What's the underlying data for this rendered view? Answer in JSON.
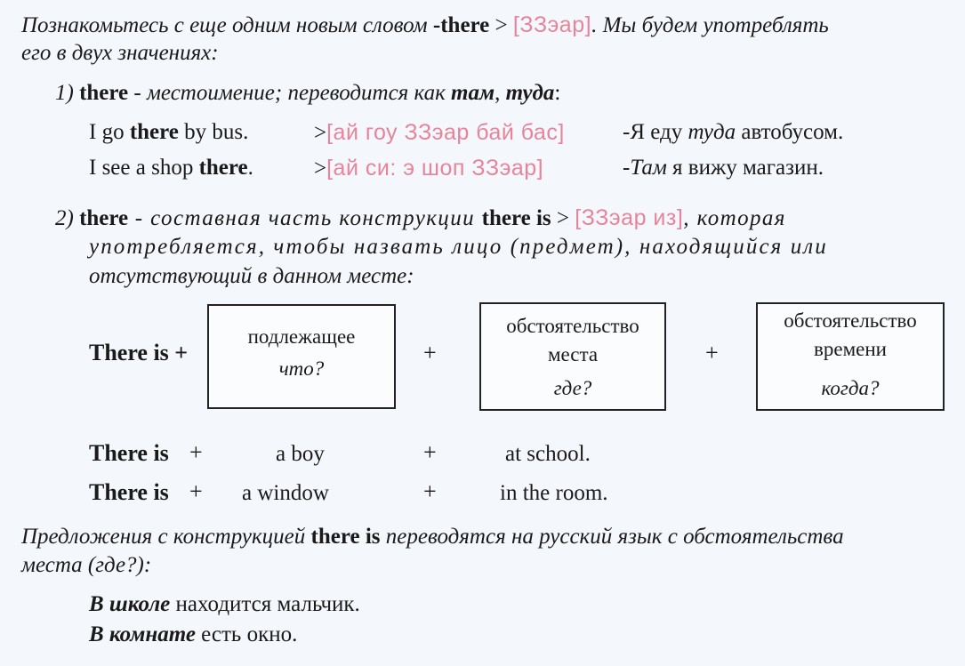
{
  "intro": {
    "part1": "Познакомьтесь с еще одним новым словом ",
    "word": "-there",
    "arrow": " > ",
    "transcription": "[ЗЗэар]",
    "part2": ". Мы будем употреблять",
    "line2": "его в двух значениях:"
  },
  "meaning1": {
    "num": "1)",
    "word": "there",
    "desc": " - местоимение; переводится как ",
    "tam": "там",
    "comma": ", ",
    "tuda": "туда",
    "colon": ":",
    "examples": [
      {
        "en_pre": "I go ",
        "en_bold": "there",
        "en_post": " by bus.",
        "arrow": ">",
        "trans": "[ай гоу ЗЗэар бай бас]",
        "ru_pre": "-Я еду ",
        "ru_it": "туда",
        "ru_post": " автобусом."
      },
      {
        "en_pre": "I see a shop ",
        "en_bold": "there",
        "en_post": ".",
        "arrow": ">",
        "trans": "[ай си: э шоп ЗЗэар]",
        "ru_pre": "-",
        "ru_it": "Там",
        "ru_post": " я вижу магазин."
      }
    ]
  },
  "meaning2": {
    "num": "2)",
    "word": "there",
    "desc1": " - составная часть конструкции ",
    "construct": "there is",
    "arrow": " > ",
    "trans": "[ЗЗэар из]",
    "desc2": ", которая",
    "line2": "употребляется, чтобы назвать лицо (предмет), находящийся или",
    "line3": "отсутствующий в данном месте:"
  },
  "scheme": {
    "lead": "There is +",
    "box1": {
      "title": "подлежащее",
      "question": "что?"
    },
    "plus1": "+",
    "box2": {
      "title1": "обстоятельство",
      "title2": "места",
      "question": "где?"
    },
    "plus2": "+",
    "box3": {
      "title1": "обстоятельство",
      "title2": "времени",
      "question": "когда?"
    }
  },
  "examples": [
    {
      "lead": "There is",
      "plus1": "+",
      "subject": "a boy",
      "plus2": "+",
      "place": "at school."
    },
    {
      "lead": "There is",
      "plus1": "+",
      "subject": "a window",
      "plus2": "+",
      "place": "in the room."
    }
  ],
  "rule": {
    "part1": "Предложения с конструкцией ",
    "construct": "there is",
    "part2": " переводятся на русский язык с обстоятельства",
    "line2": "места (где?):"
  },
  "translations": [
    {
      "bold": "В школе",
      "rest": " находится мальчик."
    },
    {
      "bold": "В комнате",
      "rest": " есть окно."
    }
  ]
}
